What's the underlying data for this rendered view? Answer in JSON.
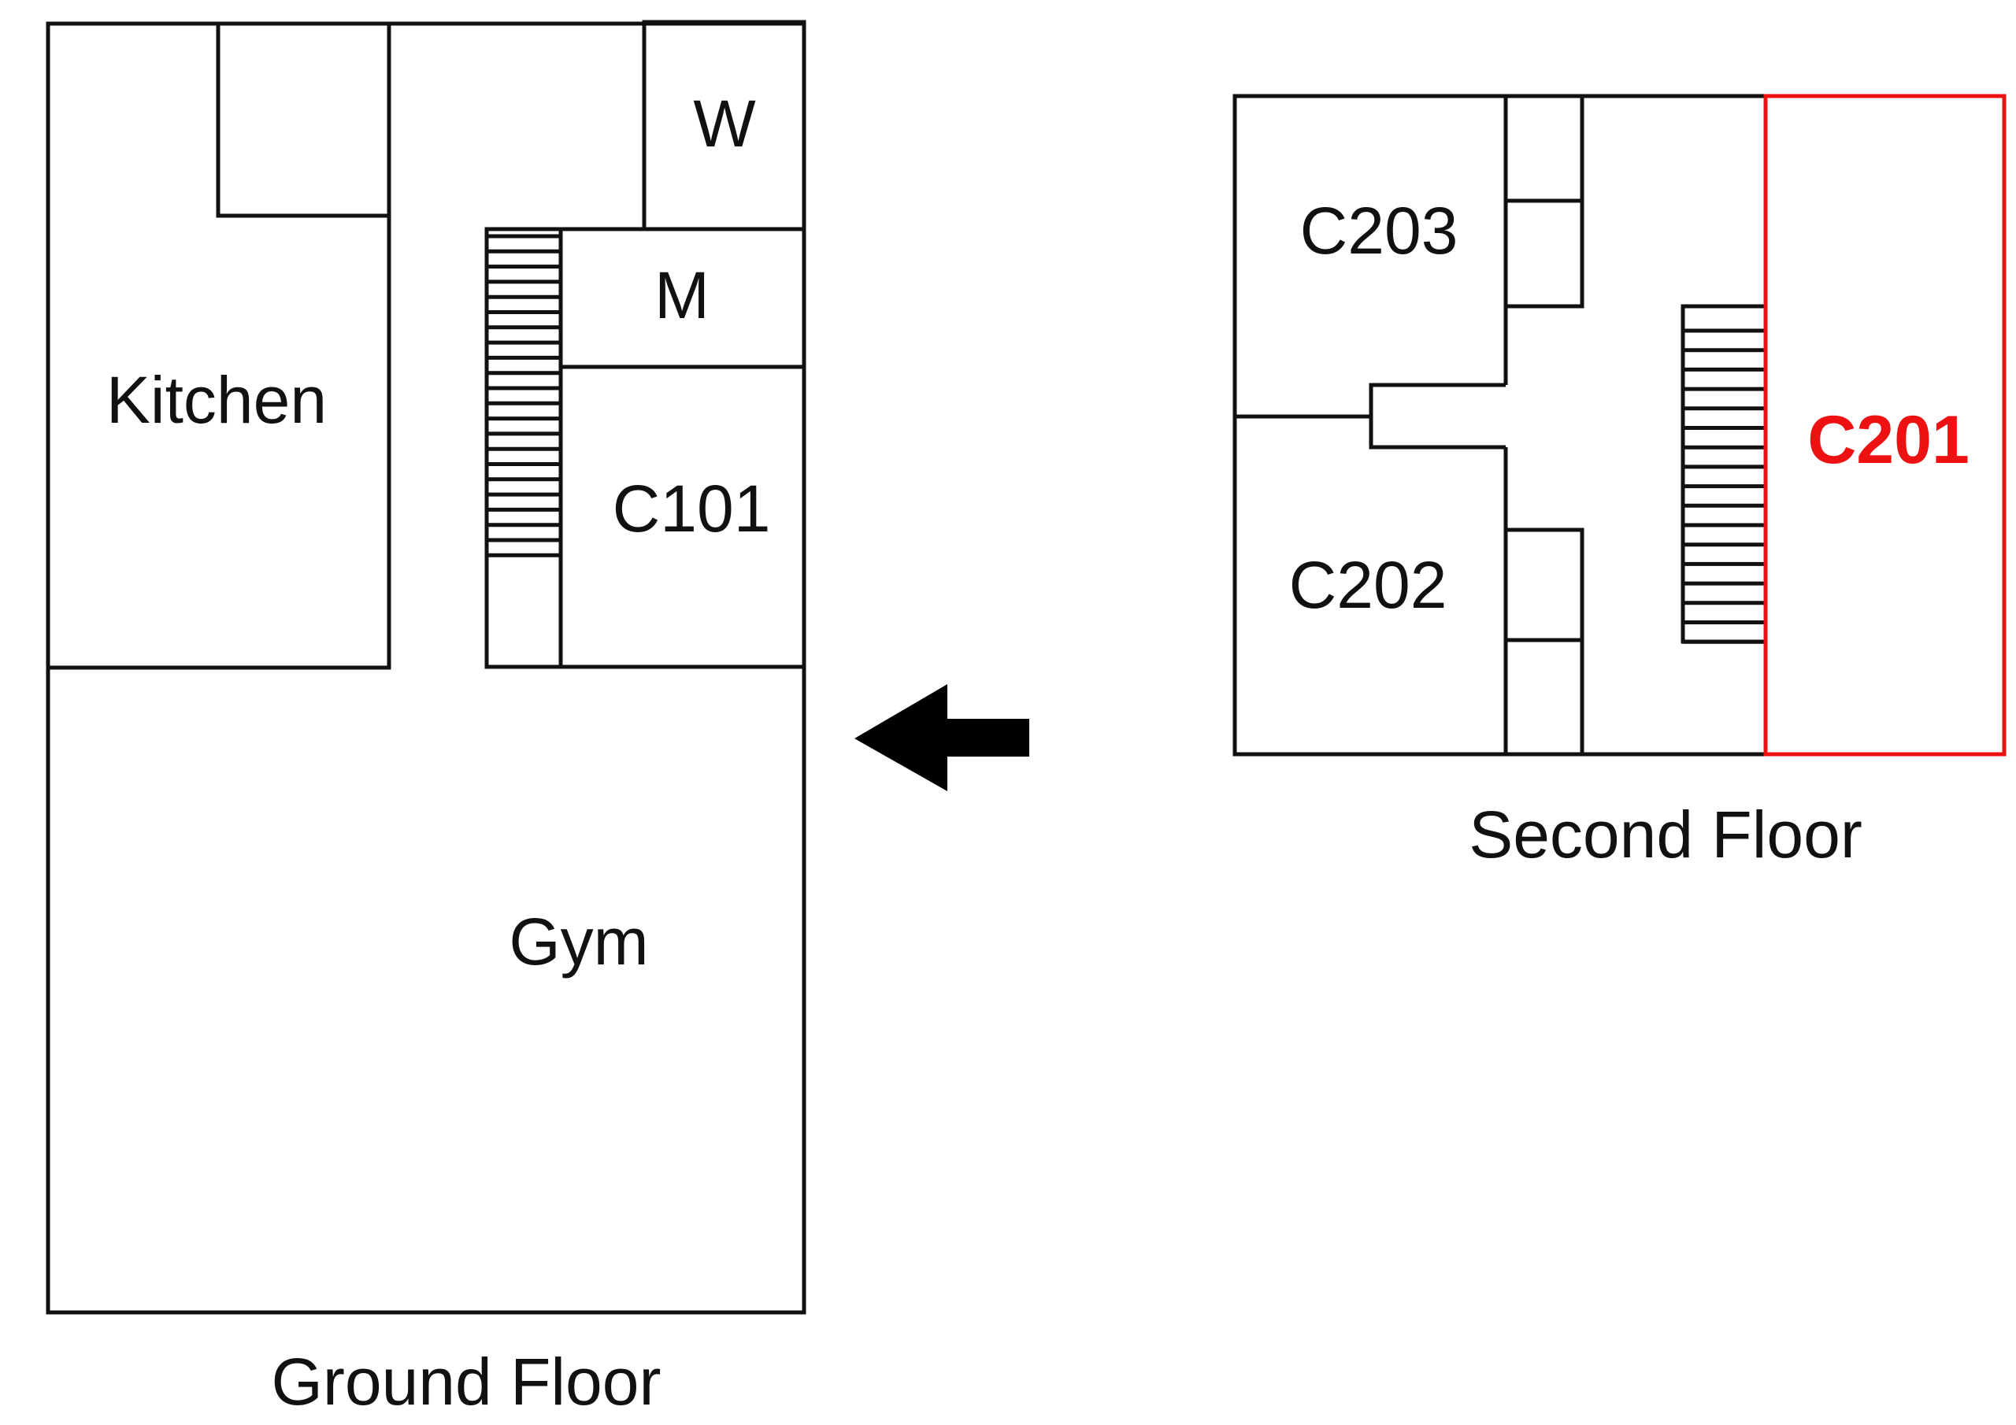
{
  "ground_floor": {
    "caption": "Ground Floor",
    "rooms": {
      "kitchen": "Kitchen",
      "w": "W",
      "m": "M",
      "c101": "C101",
      "gym": "Gym"
    }
  },
  "second_floor": {
    "caption": "Second Floor",
    "rooms": {
      "c203": "C203",
      "c202": "C202",
      "c201": "C201"
    },
    "highlighted_room": "C201"
  },
  "arrow": {
    "direction": "left"
  },
  "colors": {
    "wall": "#111111",
    "highlight": "#ee1111",
    "background": "#ffffff"
  }
}
